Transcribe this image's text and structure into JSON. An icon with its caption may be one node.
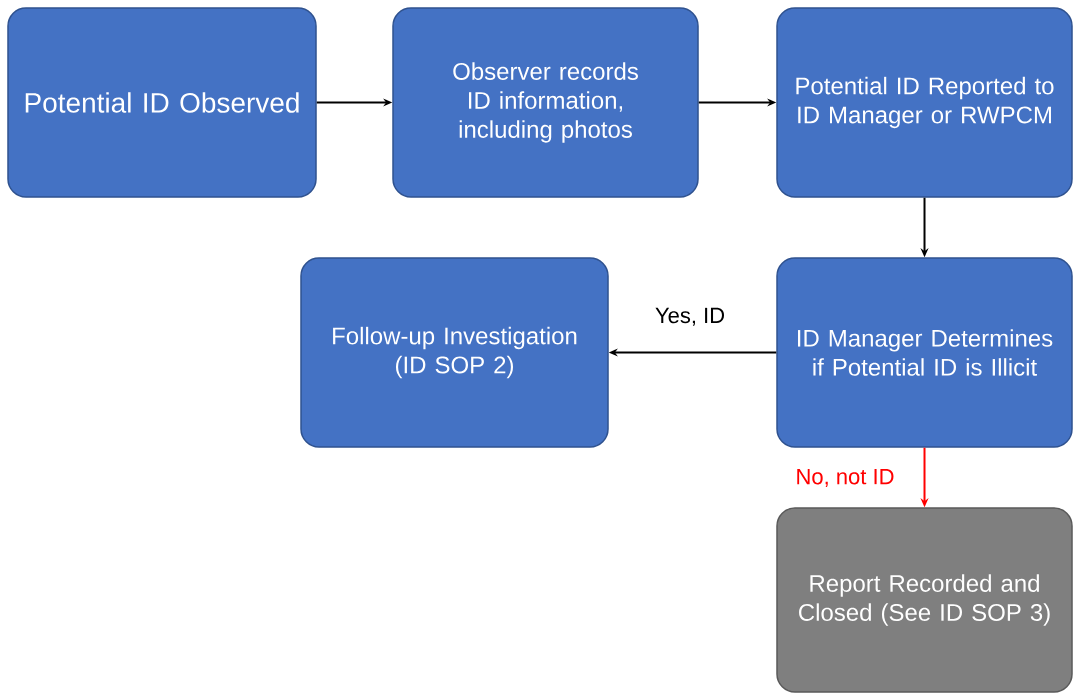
{
  "diagram": {
    "nodes": [
      {
        "text": [
          "Potential ID Observed"
        ]
      },
      {
        "text": [
          "Observer records ID information, including photos"
        ]
      },
      {
        "text": [
          "Potential ID Reported to ID Manager or RWPCM"
        ]
      },
      {
        "text": [
          "Follow-up Investigation (ID SOP 2)"
        ]
      },
      {
        "text": [
          "ID Manager Determines if Potential ID is Illicit"
        ]
      },
      {
        "text": [
          "Report Recorded and Closed (See ID SOP 3)"
        ]
      }
    ],
    "edges": [
      {
        "from": 0,
        "to": 1,
        "arrow": "to"
      },
      {
        "from": 1,
        "to": 2,
        "arrow": "to"
      },
      {
        "from": 2,
        "to": 4,
        "arrow": "to"
      },
      {
        "from": 4,
        "to": 3,
        "arrow": "to",
        "label": "Yes, ID"
      },
      {
        "from": 4,
        "to": 5,
        "arrow": "to",
        "label": "No, not ID",
        "color": "#ff0000"
      }
    ]
  }
}
